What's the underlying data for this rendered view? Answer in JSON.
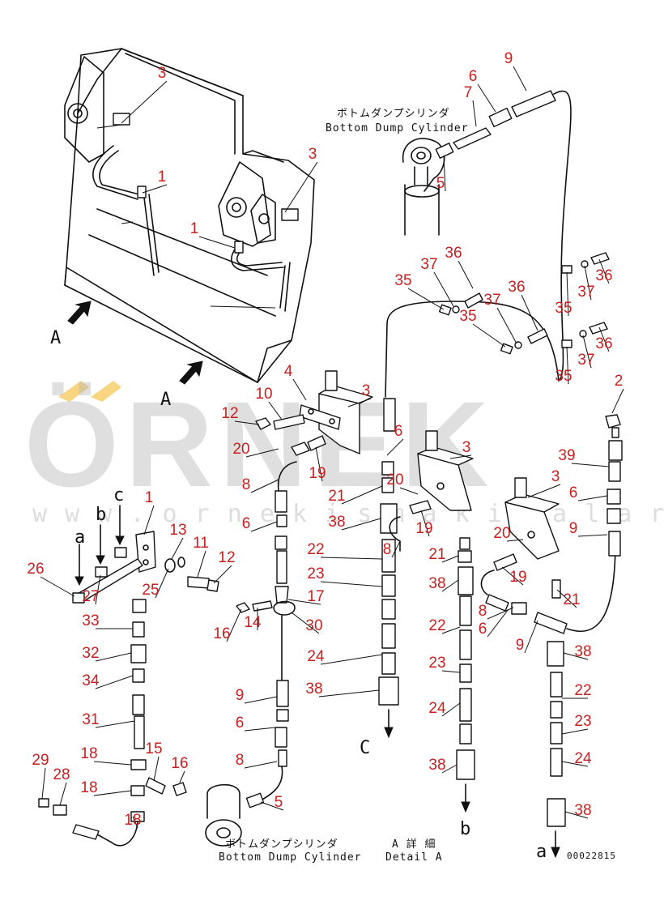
{
  "watermark": {
    "brand": "ÖRNEK",
    "url": "w w w . o r n e k i s m a k i n a l a r i . c o m . t r",
    "accent_color": "#f2b51a"
  },
  "captions": {
    "top_jp": "ボトムダンプシリンダ",
    "top_en": "Bottom Dump Cylinder",
    "bottom_jp": "ボトムダンプシリンダ",
    "bottom_en": "Bottom Dump Cylinder",
    "detail_jp": "A 詳 細",
    "detail_en": "Detail A",
    "drawing_code": "00022815"
  },
  "view_letters": {
    "a_left": "A",
    "a_mid": "A",
    "down_a": "a",
    "down_b": "b",
    "down_c": "C",
    "up_a": "a",
    "up_b": "b",
    "up_c": "c"
  },
  "callouts": [
    {
      "label": "9"
    },
    {
      "label": "7"
    },
    {
      "label": "6"
    },
    {
      "label": "3"
    },
    {
      "label": "5"
    },
    {
      "label": "3"
    },
    {
      "label": "1"
    },
    {
      "label": "1"
    },
    {
      "label": "36"
    },
    {
      "label": "37"
    },
    {
      "label": "35"
    },
    {
      "label": "36"
    },
    {
      "label": "37"
    },
    {
      "label": "35"
    },
    {
      "label": "36"
    },
    {
      "label": "37"
    },
    {
      "label": "35"
    },
    {
      "label": "36"
    },
    {
      "label": "37"
    },
    {
      "label": "35"
    },
    {
      "label": "4"
    },
    {
      "label": "3"
    },
    {
      "label": "10"
    },
    {
      "label": "12"
    },
    {
      "label": "20"
    },
    {
      "label": "19"
    },
    {
      "label": "8"
    },
    {
      "label": "6"
    },
    {
      "label": "21"
    },
    {
      "label": "38"
    },
    {
      "label": "22"
    },
    {
      "label": "23"
    },
    {
      "label": "17"
    },
    {
      "label": "14"
    },
    {
      "label": "16"
    },
    {
      "label": "30"
    },
    {
      "label": "24"
    },
    {
      "label": "38"
    },
    {
      "label": "9"
    },
    {
      "label": "6"
    },
    {
      "label": "8"
    },
    {
      "label": "5"
    },
    {
      "label": "6"
    },
    {
      "label": "3"
    },
    {
      "label": "20"
    },
    {
      "label": "19"
    },
    {
      "label": "8"
    },
    {
      "label": "21"
    },
    {
      "label": "38"
    },
    {
      "label": "22"
    },
    {
      "label": "23"
    },
    {
      "label": "24"
    },
    {
      "label": "38"
    },
    {
      "label": "2"
    },
    {
      "label": "39"
    },
    {
      "label": "3"
    },
    {
      "label": "6"
    },
    {
      "label": "9"
    },
    {
      "label": "20"
    },
    {
      "label": "19"
    },
    {
      "label": "21"
    },
    {
      "label": "8"
    },
    {
      "label": "6"
    },
    {
      "label": "9"
    },
    {
      "label": "38"
    },
    {
      "label": "22"
    },
    {
      "label": "23"
    },
    {
      "label": "24"
    },
    {
      "label": "38"
    },
    {
      "label": "1"
    },
    {
      "label": "13"
    },
    {
      "label": "11"
    },
    {
      "label": "12"
    },
    {
      "label": "26"
    },
    {
      "label": "27"
    },
    {
      "label": "25"
    },
    {
      "label": "33"
    },
    {
      "label": "32"
    },
    {
      "label": "34"
    },
    {
      "label": "31"
    },
    {
      "label": "29"
    },
    {
      "label": "28"
    },
    {
      "label": "18"
    },
    {
      "label": "15"
    },
    {
      "label": "16"
    },
    {
      "label": "18"
    },
    {
      "label": "18"
    }
  ]
}
